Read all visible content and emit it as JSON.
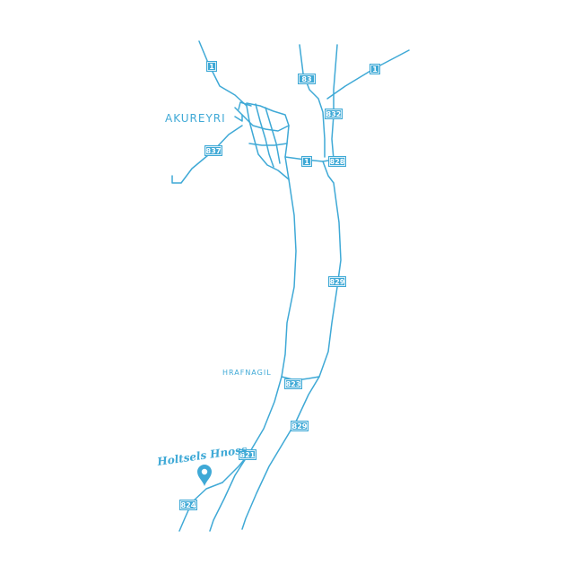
{
  "colors": {
    "road": "#3fa9d6",
    "background": "#ffffff"
  },
  "places": [
    {
      "id": "akureyri",
      "label": "AKUREYRI"
    },
    {
      "id": "hrafnagil",
      "label": "HRAFNAGIL"
    }
  ],
  "route_shields": [
    "1",
    "83",
    "1",
    "832",
    "837",
    "1",
    "828",
    "829",
    "823",
    "829",
    "821",
    "824"
  ],
  "destination": {
    "logo_text": "Holtsels Hnoss",
    "marker_icon": "map-pin-icon"
  }
}
